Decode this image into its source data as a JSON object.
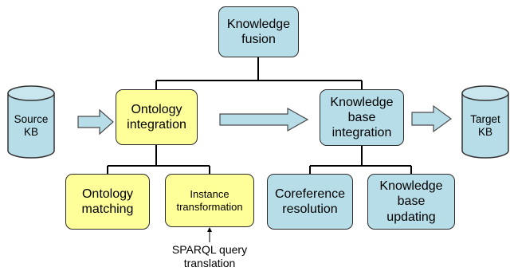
{
  "nodes": {
    "knowledge_fusion": "Knowledge\nfusion",
    "ontology_integration": "Ontology\nintegration",
    "kb_integration": "Knowledge\nbase\nintegration",
    "ontology_matching": "Ontology\nmatching",
    "instance_transformation": "Instance\ntransformation",
    "coreference_resolution": "Coreference\nresolution",
    "kb_updating": "Knowledge\nbase\nupdating"
  },
  "cylinders": {
    "source": "Source\nKB",
    "target": "Target\nKB"
  },
  "annotation": "SPARQL query\ntranslation",
  "colors": {
    "blue_fill": "#b7dde8",
    "yellow_fill": "#ffff99",
    "cylinder_fill": "#b7dde8",
    "arrow_fill": "#b7dde8",
    "line": "#000000"
  }
}
